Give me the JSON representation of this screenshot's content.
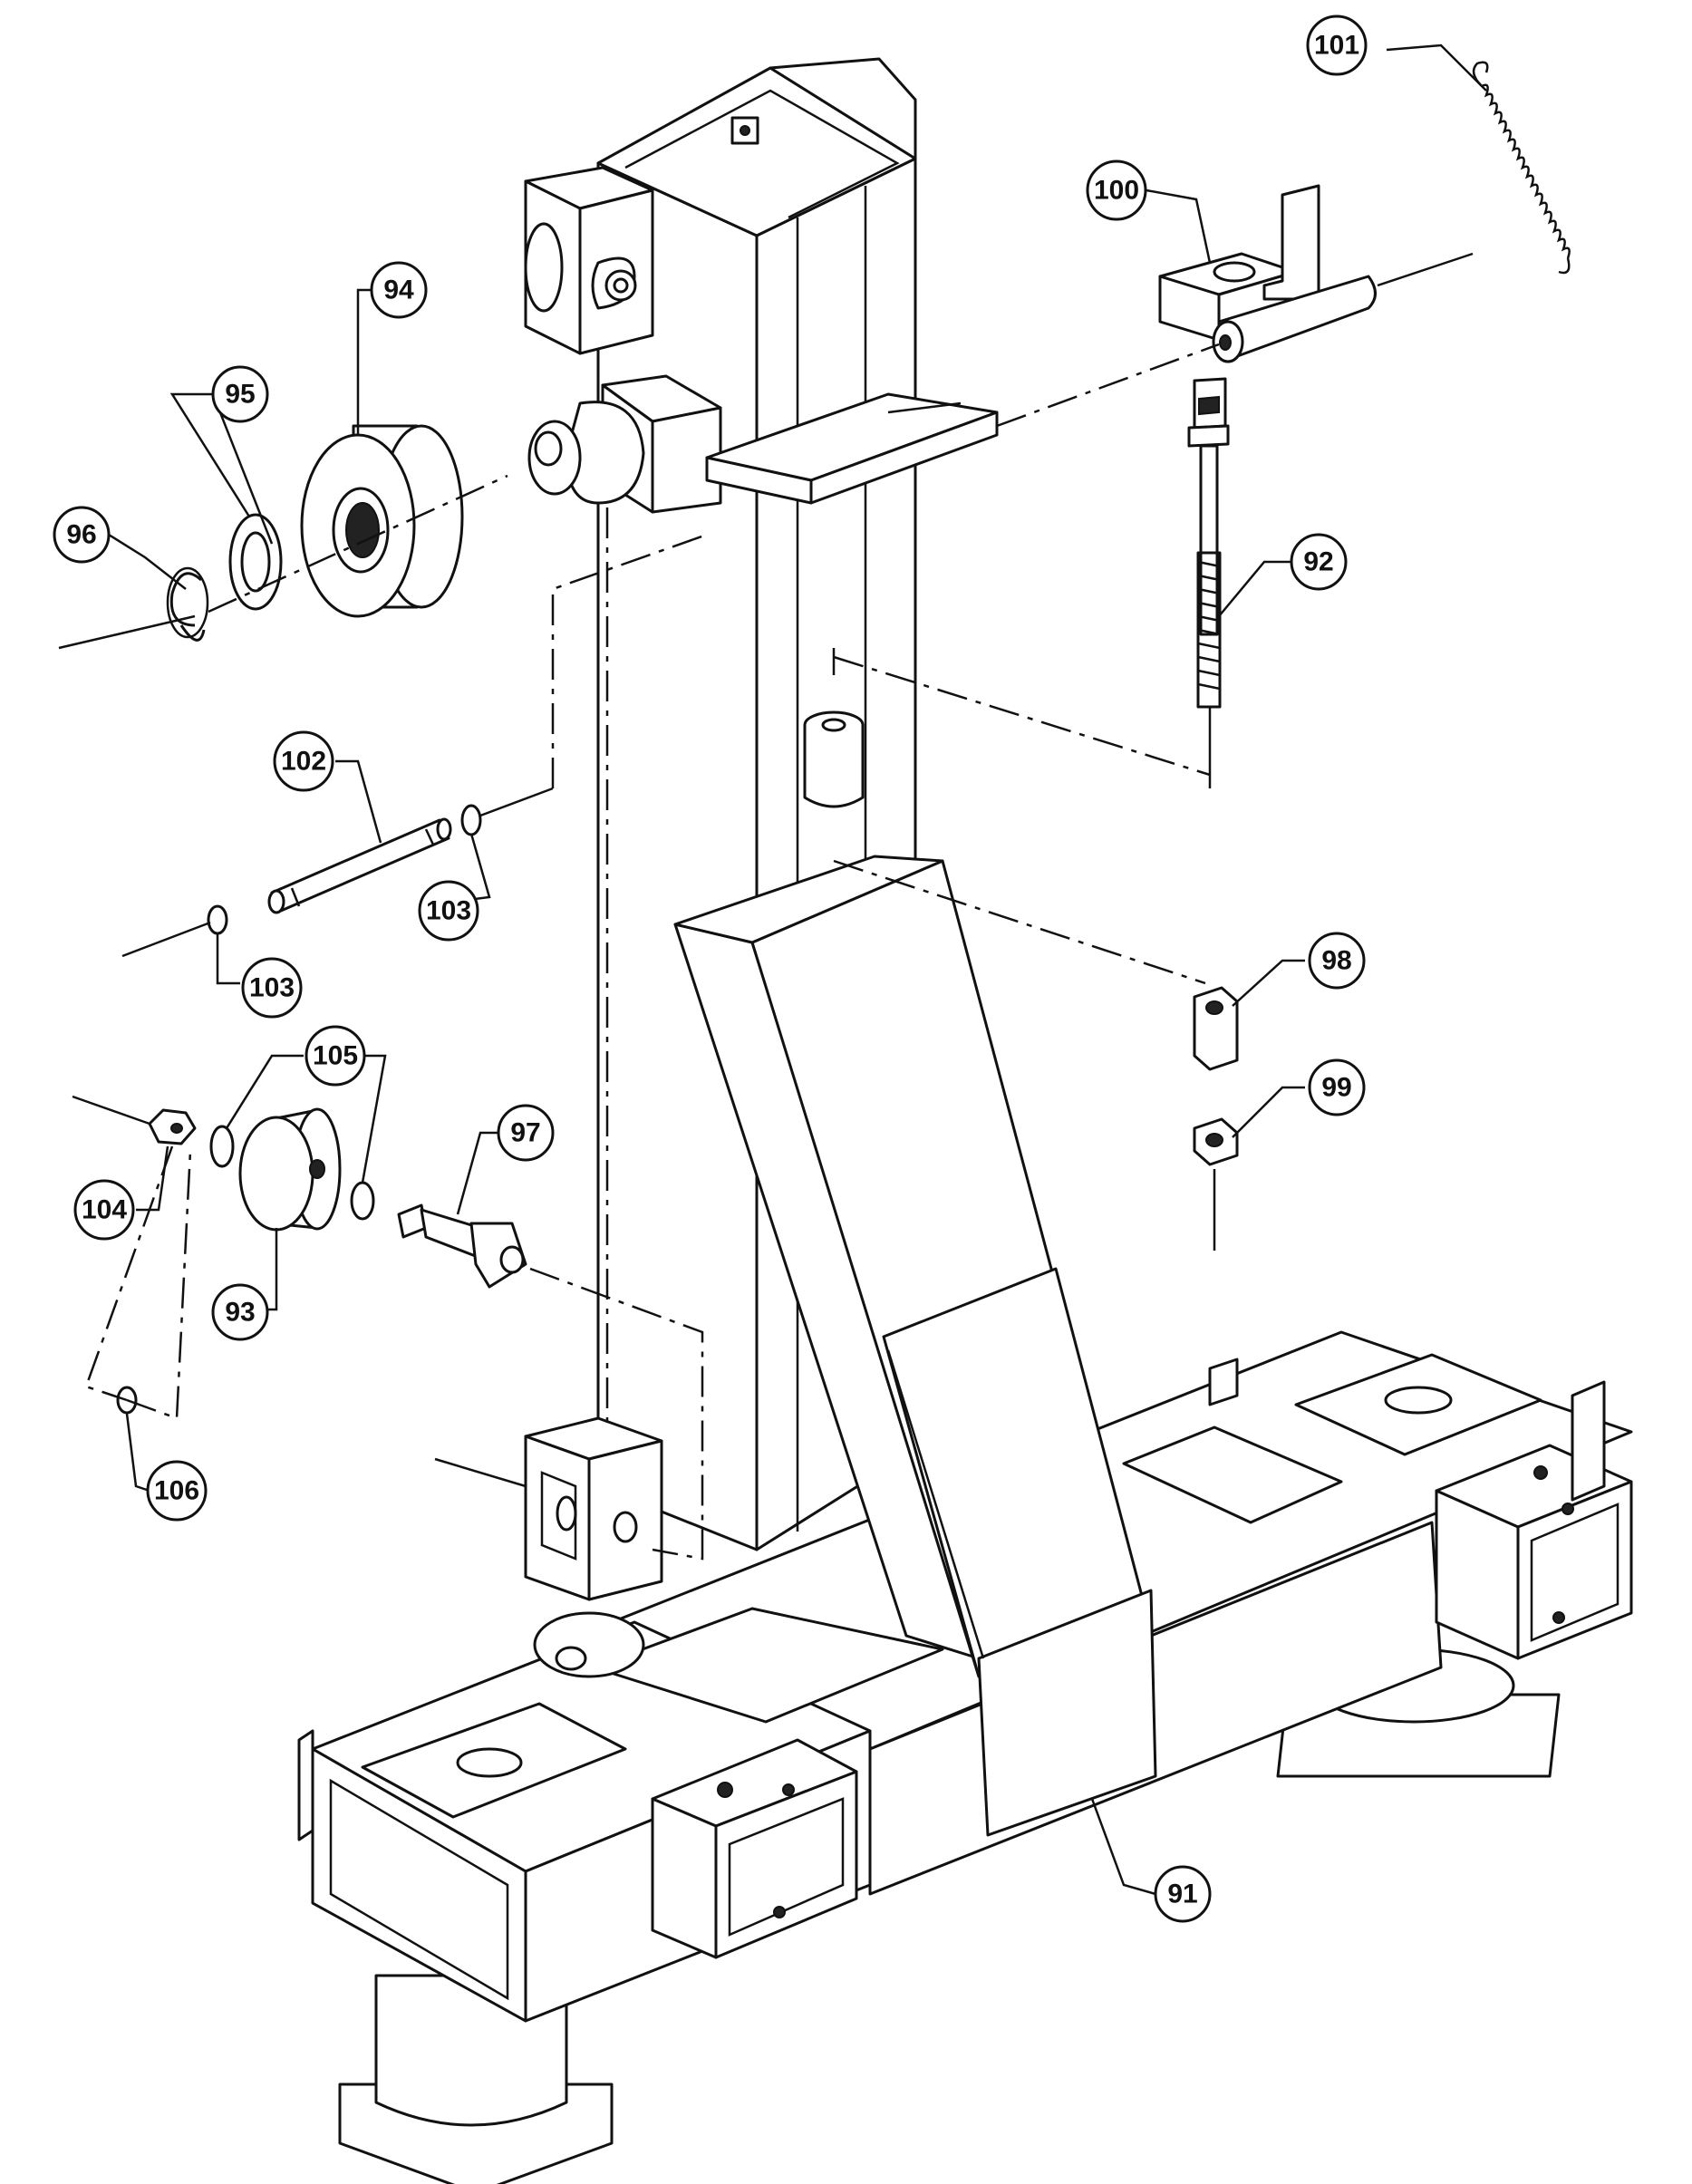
{
  "diagram": {
    "type": "exploded-parts-view",
    "callouts": {
      "c91": "91",
      "c92": "92",
      "c93": "93",
      "c94": "94",
      "c95": "95",
      "c96": "96",
      "c97": "97",
      "c98": "98",
      "c99": "99",
      "c100": "100",
      "c101": "101",
      "c102": "102",
      "c103a": "103",
      "c103b": "103",
      "c104": "104",
      "c105": "105",
      "c106": "106"
    }
  },
  "colors": {
    "line": "#111111",
    "background": "#ffffff"
  }
}
